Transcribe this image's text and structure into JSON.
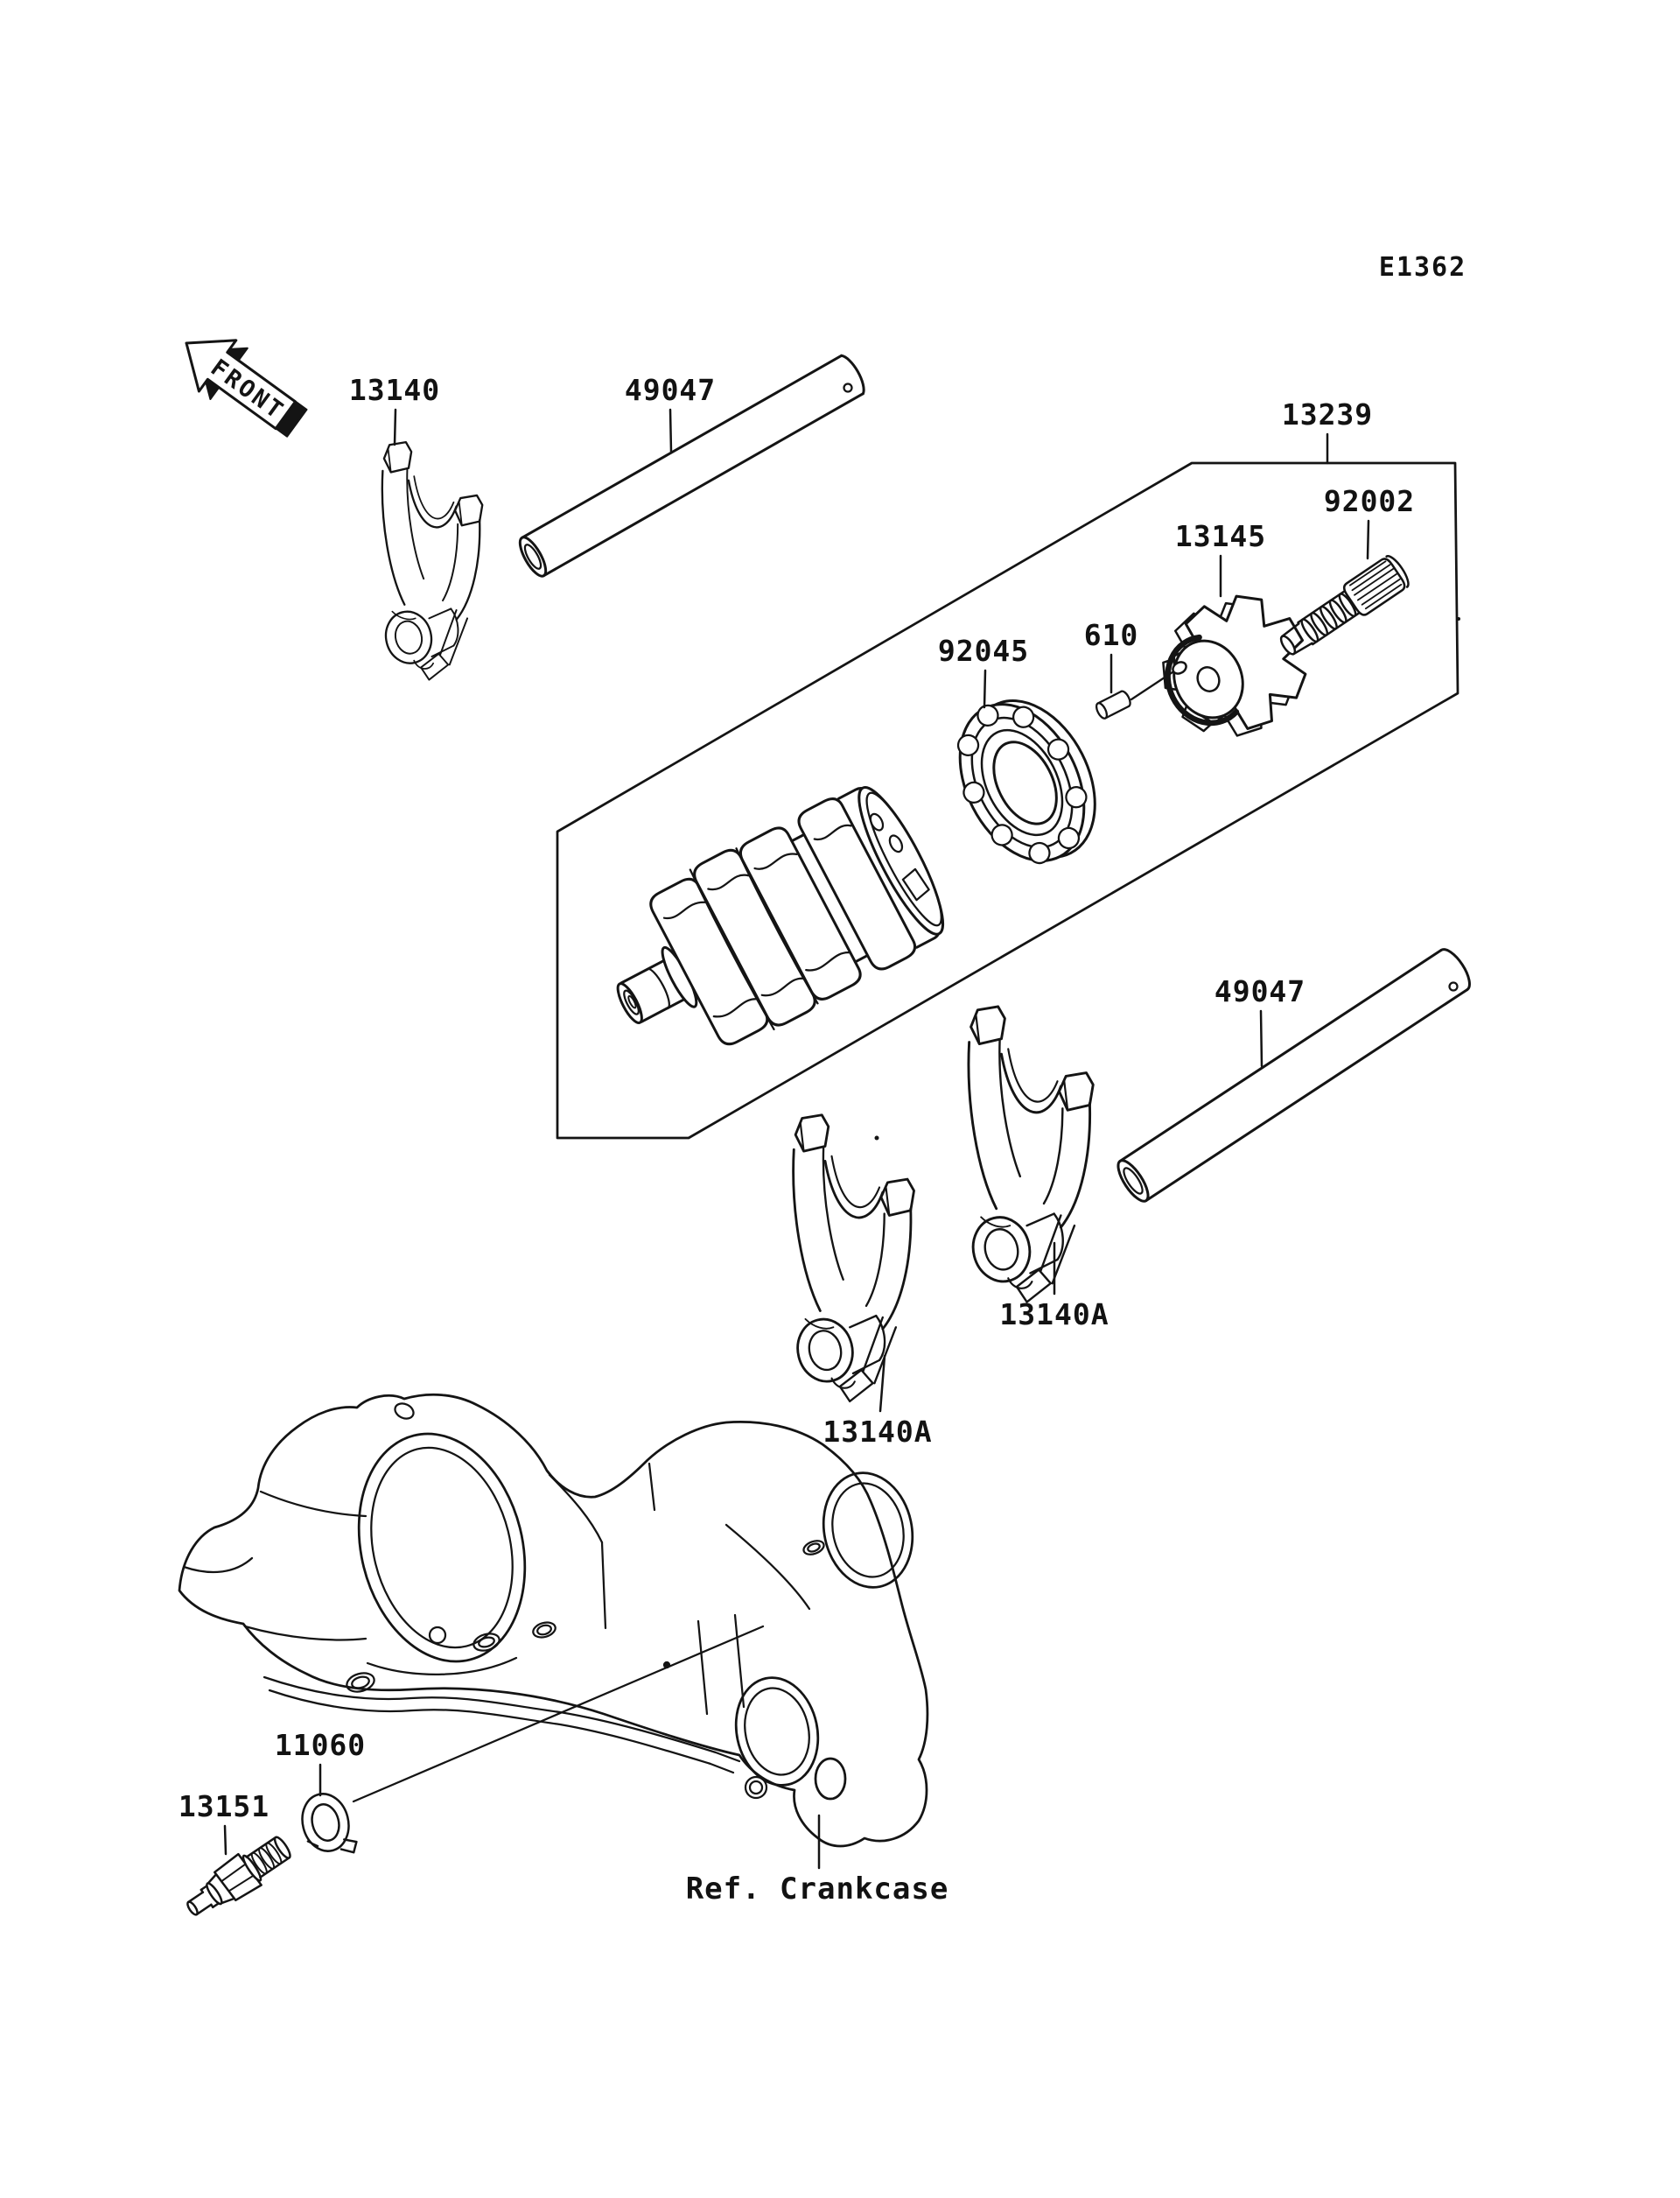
{
  "diagram": {
    "code": "E1362",
    "direction_label": "FRONT",
    "reference_caption": "Ref. Crankcase",
    "background_color": "#ffffff",
    "line_color": "#141414"
  },
  "parts": [
    {
      "label": "13140"
    },
    {
      "label": "49047"
    },
    {
      "label": "13239"
    },
    {
      "label": "92002"
    },
    {
      "label": "13145"
    },
    {
      "label": "610"
    },
    {
      "label": "92045"
    },
    {
      "label": "49047"
    },
    {
      "label": "13140A"
    },
    {
      "label": "13140A"
    },
    {
      "label": "11060"
    },
    {
      "label": "13151"
    }
  ]
}
